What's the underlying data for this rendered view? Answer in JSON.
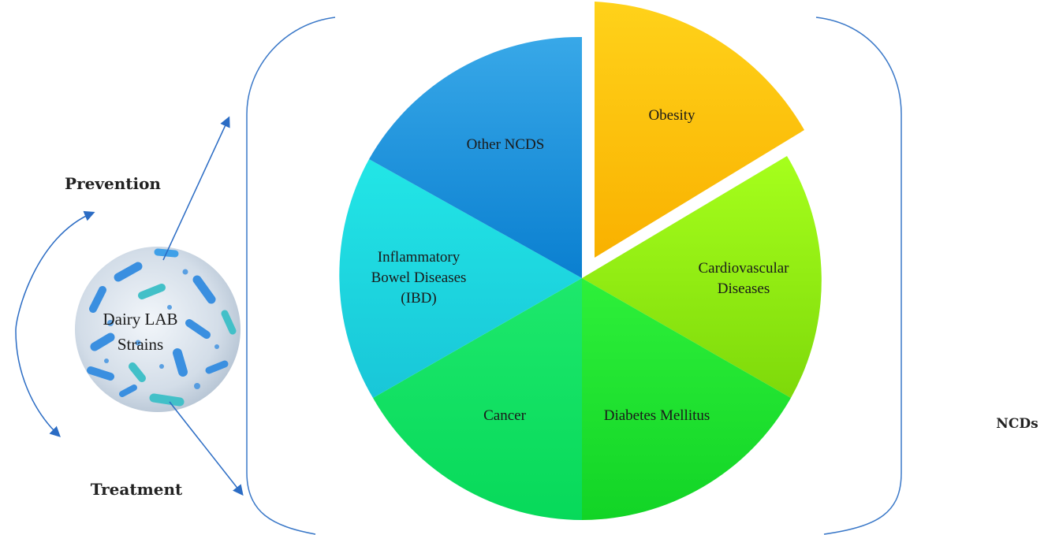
{
  "labels": {
    "prevention": "Prevention",
    "treatment": "Treatment",
    "ncds": "NCDs",
    "bacteria_line1": "Dairy LAB",
    "bacteria_line2": "Strains"
  },
  "segments": {
    "obesity": {
      "label": "Obesity",
      "color_a": "#ffd21a",
      "color_b": "#f9b100"
    },
    "cardiovascular": {
      "line1": "Cardiovascular",
      "line2": "Diseases",
      "color_a": "#a6ff1c",
      "color_b": "#7ed90a"
    },
    "diabetes": {
      "label": "Diabetes Mellitus",
      "color_a": "#2ef03a",
      "color_b": "#12d426"
    },
    "cancer": {
      "label": "Cancer",
      "color_a": "#1ee86c",
      "color_b": "#07d95a"
    },
    "ibd": {
      "line1": "Inflammatory",
      "line2": "Bowel Diseases",
      "line3": "(IBD)",
      "color_a": "#22e6e6",
      "color_b": "#19c6d8"
    },
    "other": {
      "label": "Other NCDS",
      "color_a": "#38a8e8",
      "color_b": "#0a7fd0"
    }
  },
  "colors": {
    "arrow": "#2b6cc4",
    "bracket": "#3a78c8"
  }
}
